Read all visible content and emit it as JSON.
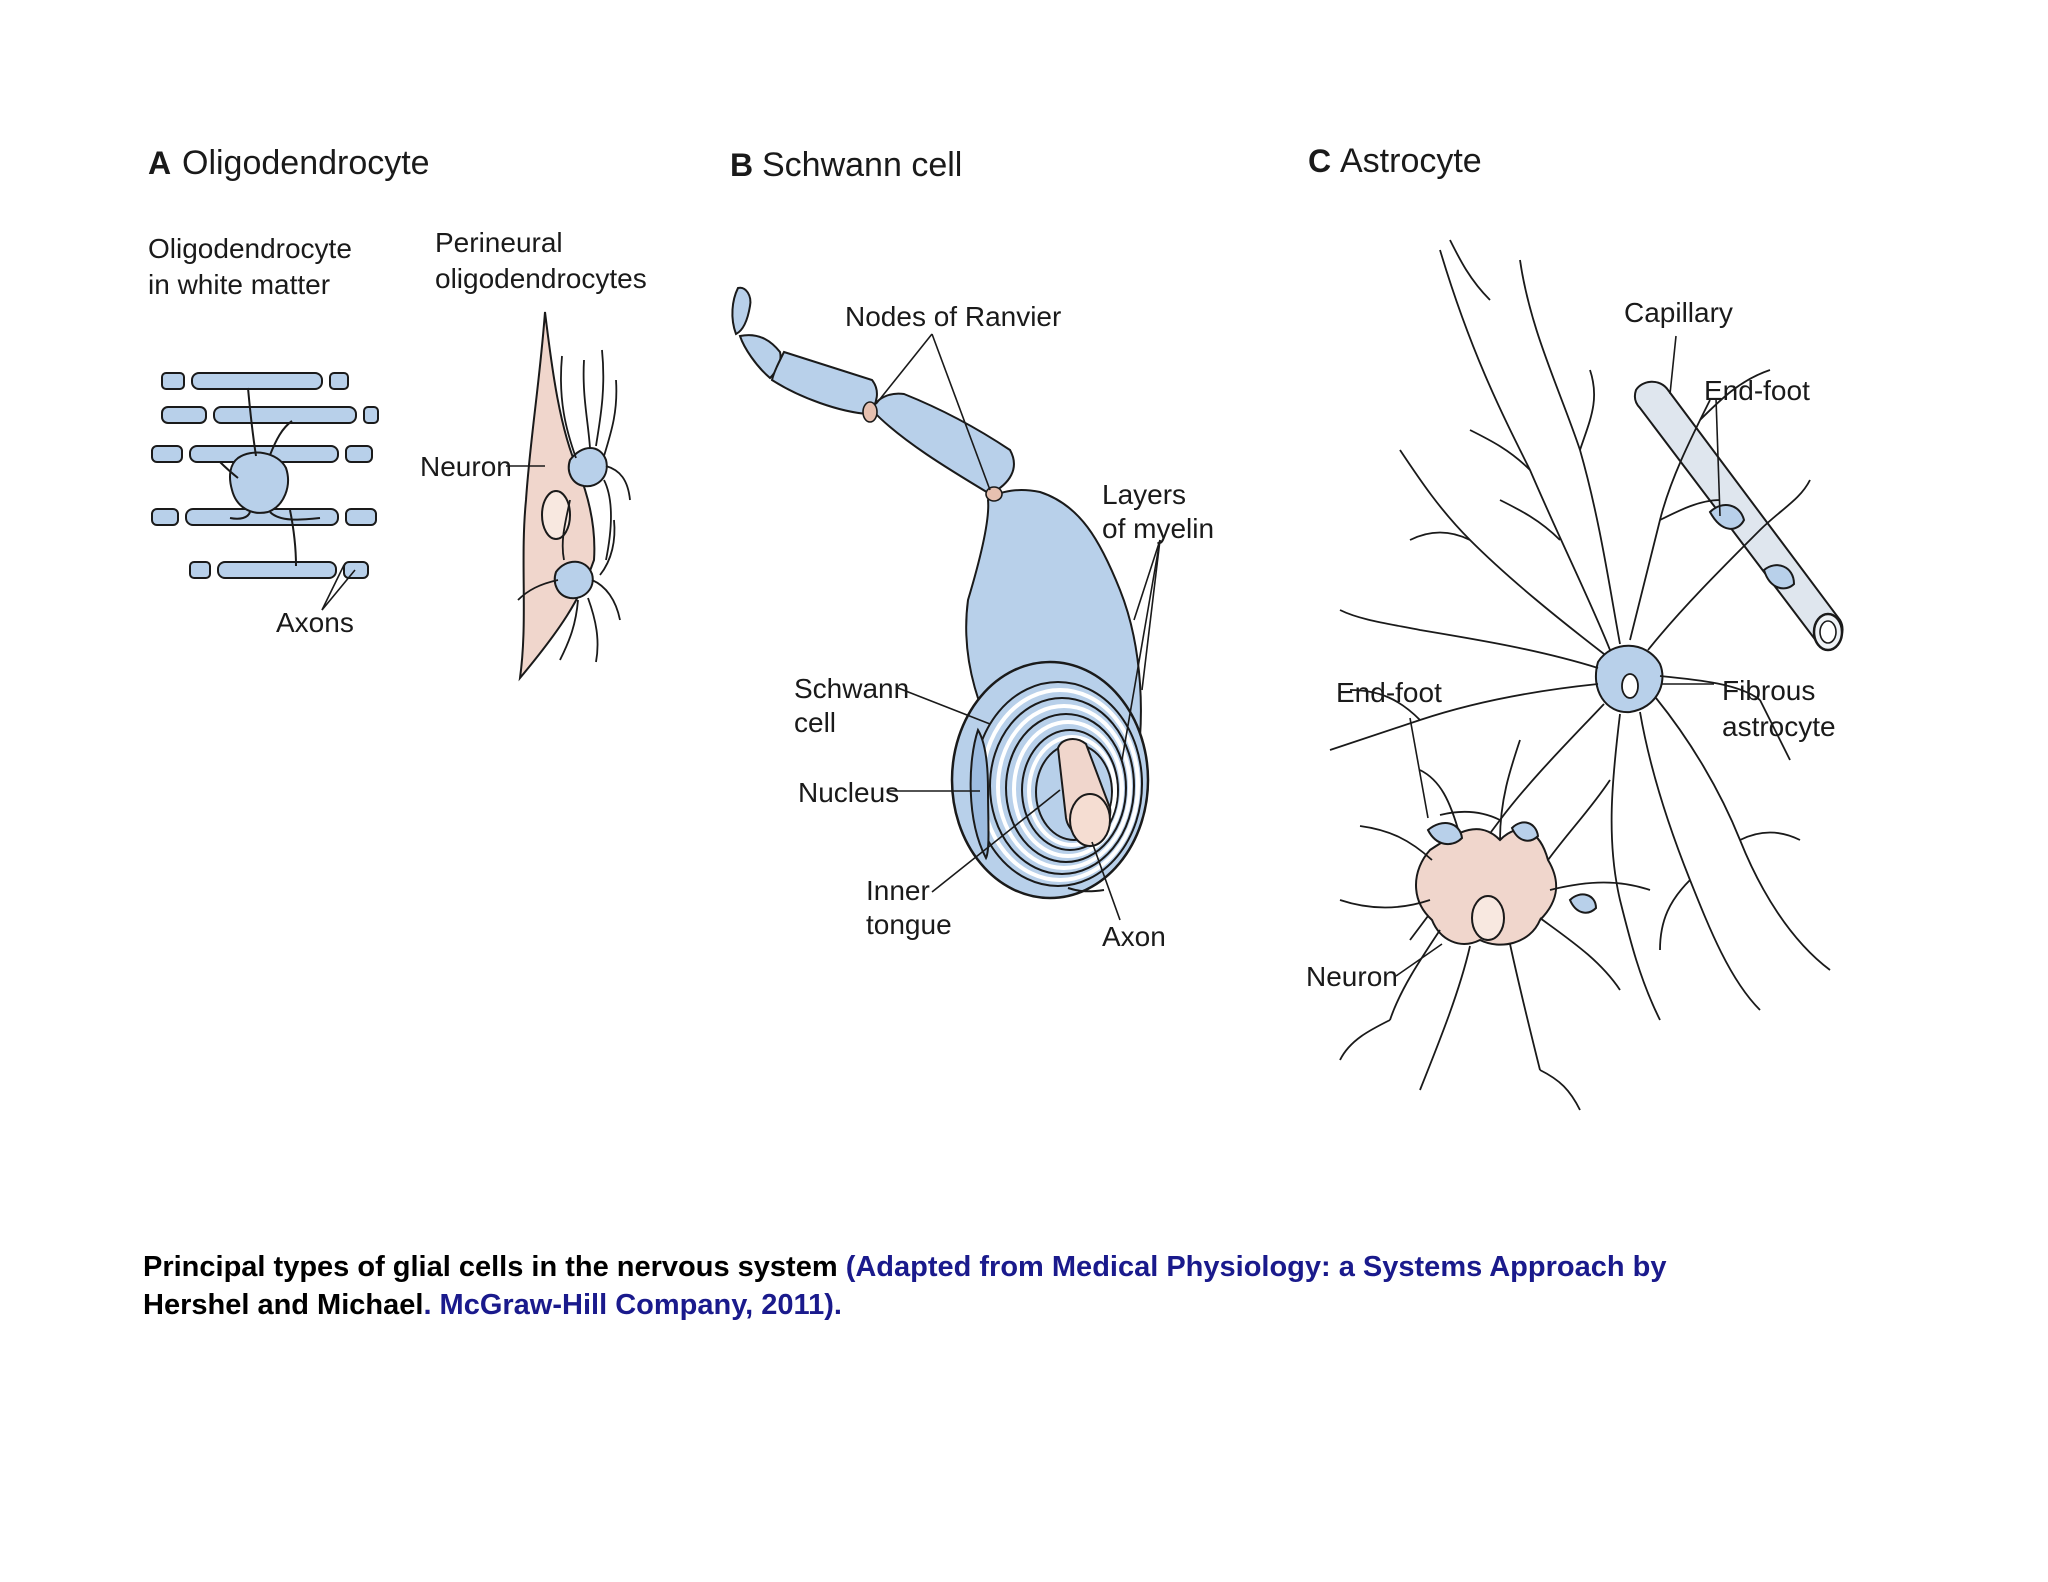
{
  "panels": {
    "a": {
      "letter": "A",
      "title": "Oligodendrocyte",
      "label_white_matter": [
        "Oligodendrocyte",
        "in white matter"
      ],
      "label_perineural": [
        "Perineural",
        "oligodendrocytes"
      ],
      "label_neuron": "Neuron",
      "label_axons": "Axons"
    },
    "b": {
      "letter": "B",
      "title": "Schwann cell",
      "label_nodes": "Nodes of Ranvier",
      "label_layers": [
        "Layers",
        "of myelin"
      ],
      "label_schwann": [
        "Schwann",
        "cell"
      ],
      "label_nucleus": "Nucleus",
      "label_inner": [
        "Inner",
        "tongue"
      ],
      "label_axon": "Axon"
    },
    "c": {
      "letter": "C",
      "title": "Astrocyte",
      "label_capillary": "Capillary",
      "label_endfoot_top": "End-foot",
      "label_fibrous": [
        "Fibrous",
        "astrocyte"
      ],
      "label_endfoot_left": "End-foot",
      "label_neuron": "Neuron"
    }
  },
  "caption": {
    "black1": "Principal types of glial cells in the nervous system ",
    "blue1": "(Adapted from Medical Physiology: a Systems Approach by",
    "black2": "Hershel and Michael",
    "blue2": ". McGraw-Hill Company, 2011)."
  },
  "colors": {
    "glia_blue": "#b8d0ea",
    "neuron_pink": "#f0d6cc",
    "line": "#1a1a1a",
    "citation_blue": "#1a1a8c"
  }
}
